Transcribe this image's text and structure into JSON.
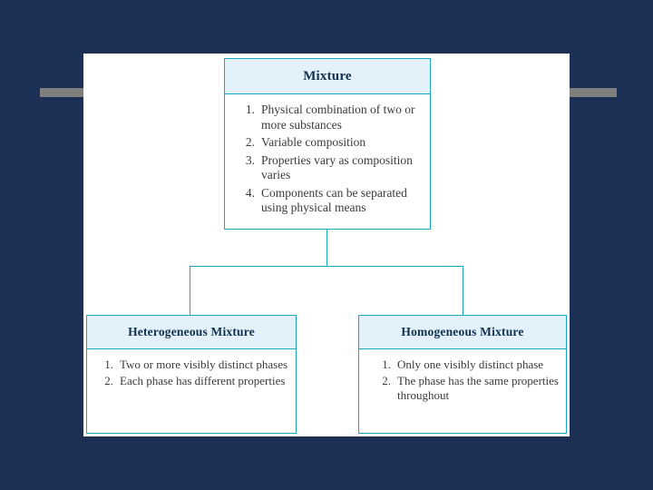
{
  "slide": {
    "background_color": "#1c3055",
    "accent_bar_color": "#7f7f7f",
    "diagram_border_color": "#1aa7c4",
    "header_fill_color": "#e3f1fb"
  },
  "diagram": {
    "type": "hierarchy-tree",
    "root": {
      "title": "Mixture",
      "items": [
        {
          "num": "1.",
          "text": "Physical combination of two or more substances"
        },
        {
          "num": "2.",
          "text": "Variable composition"
        },
        {
          "num": "3.",
          "text": "Properties vary as composition varies"
        },
        {
          "num": "4.",
          "text": "Components can be separated using physical means"
        }
      ]
    },
    "children": [
      {
        "title": "Heterogeneous Mixture",
        "items": [
          {
            "num": "1.",
            "text": "Two or more visibly distinct phases"
          },
          {
            "num": "2.",
            "text": "Each phase has different properties"
          }
        ]
      },
      {
        "title": "Homogeneous Mixture",
        "items": [
          {
            "num": "1.",
            "text": "Only one visibly distinct phase"
          },
          {
            "num": "2.",
            "text": "The phase has the same properties throughout"
          }
        ]
      }
    ]
  }
}
